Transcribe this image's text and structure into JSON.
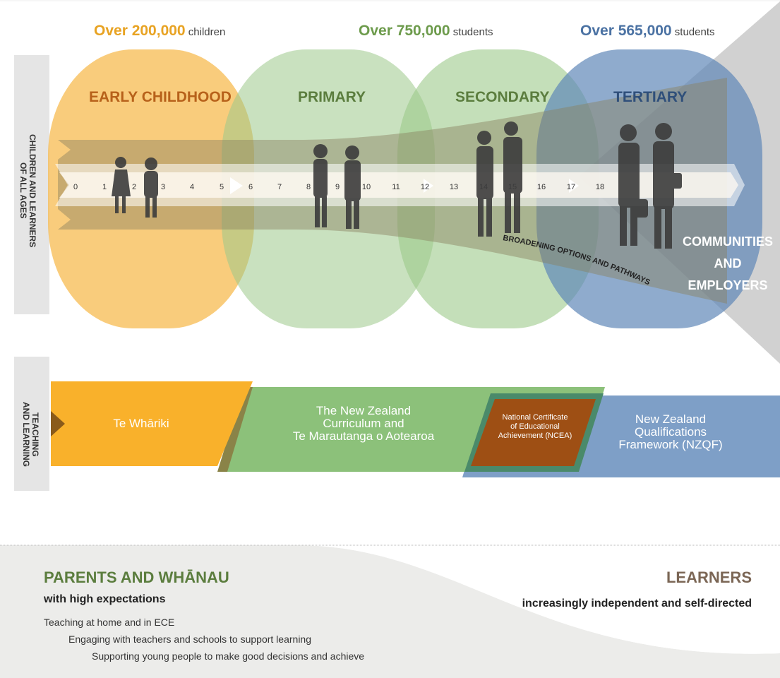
{
  "counts": {
    "early": {
      "number": "Over 200,000",
      "unit": "children",
      "color": "#e8a323"
    },
    "primary": {
      "number": "Over 750,000",
      "unit": "students",
      "color": "#6d9b4c"
    },
    "tertiary": {
      "number": "Over 565,000",
      "unit": "students",
      "color": "#4b72a3"
    }
  },
  "phases": {
    "early": {
      "label": "EARLY CHILDHOOD",
      "color": "#b7611a"
    },
    "primary": {
      "label": "PRIMARY",
      "color": "#5b7d3e"
    },
    "secondary": {
      "label": "SECONDARY",
      "color": "#5b7d3e"
    },
    "tertiary": {
      "label": "TERTIARY",
      "color": "#2f4f7a"
    }
  },
  "side_labels": {
    "children": "CHILDREN AND LEARNERS\nOF ALL AGES",
    "teaching": "TEACHING\nAND LEARNING"
  },
  "ages": [
    "0",
    "1",
    "2",
    "3",
    "4",
    "5",
    "6",
    "7",
    "8",
    "9",
    "10",
    "11",
    "12",
    "13",
    "14",
    "15",
    "16",
    "17",
    "18"
  ],
  "pathway_label": "BROADENING OPTIONS AND PATHWAYS",
  "communities": [
    "COMMUNITIES",
    "AND",
    "EMPLOYERS"
  ],
  "frameworks": {
    "te_whariki": "Te Whāriki",
    "nz_curriculum": [
      "The New Zealand",
      "Curriculum and",
      "Te Marautanga o Aotearoa"
    ],
    "ncea": [
      "National Certificate",
      "of Educational",
      "Achievement (NCEA)"
    ],
    "nzqf": [
      "New Zealand",
      "Qualifications",
      "Framework (NZQF)"
    ]
  },
  "parents": {
    "title": "PARENTS AND WHĀNAU",
    "subtitle": "with high expectations",
    "lines": [
      "Teaching at home and in ECE",
      "Engaging with teachers and schools to support learning",
      "Supporting young people to make good decisions and achieve"
    ]
  },
  "learners": {
    "title": "LEARNERS",
    "subtitle": "increasingly independent and self-directed"
  },
  "colors": {
    "early": "#f7b84a",
    "primary": "#9cc98a",
    "tertiary": "#5f87b8",
    "orange_band": "#f9b12b",
    "green_band": "#8cc17a",
    "blue_band": "#7e9fc7",
    "ncea": "#9e4f14",
    "title_green": "#5b7d3e",
    "title_brown": "#7b6655"
  }
}
